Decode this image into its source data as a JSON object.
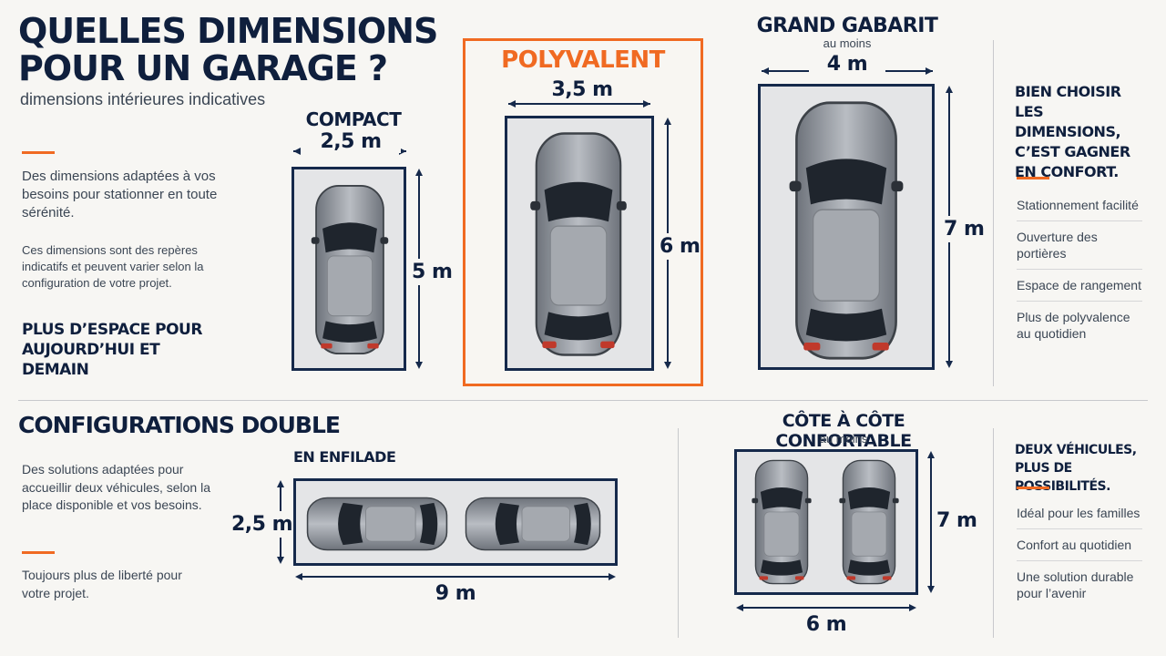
{
  "header": {
    "title_line1": "QUELLES DIMENSIONS",
    "title_line2": "POUR UN GARAGE ?",
    "subtitle": "dimensions intérieures indicatives"
  },
  "intro": {
    "text": "Des dimensions adaptées à vos besoins pour stationner en toute sérénité.",
    "note": "Ces dimensions sont des repères indicatifs et peuvent varier selon la configuration de votre projet.",
    "slogan": "PLUS D’ESPACE POUR AUJOURD’HUI ET DEMAIN"
  },
  "single_garages": [
    {
      "name": "COMPACT",
      "width": "2,5 m",
      "length": "5 m"
    },
    {
      "name": "POLYVALENT",
      "width": "3,5 m",
      "length": "6 m"
    },
    {
      "name": "GRAND GABARIT",
      "qualifier": "au moins",
      "width": "4 m",
      "length": "7 m"
    }
  ],
  "benefits": {
    "heading": "BIEN CHOISIR LES DIMENSIONS, C’EST GAGNER EN CONFORT.",
    "items": [
      "Stationnement facilité",
      "Ouverture des portières",
      "Espace de rangement",
      "Plus de polyvalence au quotidien"
    ]
  },
  "double": {
    "heading": "CONFIGURATIONS DOUBLE",
    "text": "Des solutions adaptées pour accueillir deux véhicules, selon la place disponible et vos besoins.",
    "note": "Toujours plus de liberté pour votre projet.",
    "enfilade": {
      "name": "EN ENFILADE",
      "width": "2,5 m",
      "length": "9 m"
    },
    "cote": {
      "name": "CÔTE À CÔTE CONFORTABLE",
      "qualifier": "au moins",
      "length": "7 m",
      "width": "6 m"
    }
  },
  "double_benefits": {
    "heading": "DEUX VÉHICULES, PLUS DE POSSIBILITÉS.",
    "items": [
      "Idéal pour les familles",
      "Confort au quotidien",
      "Une solution durable pour l’avenir"
    ]
  },
  "colors": {
    "accent": "#f06a22",
    "navy": "#15294b",
    "background": "#f7f6f3"
  }
}
